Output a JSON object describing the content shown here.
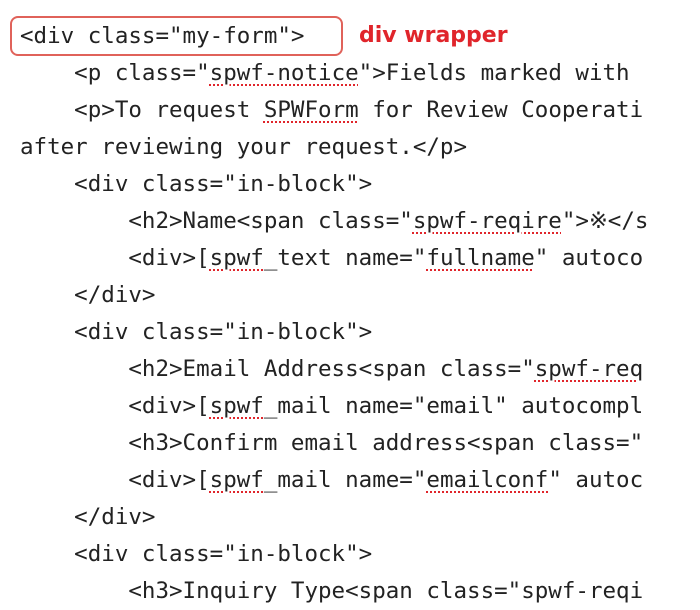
{
  "annotation": {
    "label": "div wrapper",
    "color": "#e0252b",
    "box_color": "#e0625a"
  },
  "code_lines": [
    [
      {
        "t": "<div class=\"my-form\">"
      }
    ],
    [
      {
        "t": "    <p class=\""
      },
      {
        "t": "spwf-notice",
        "sq": true
      },
      {
        "t": "\">Fields marked with"
      }
    ],
    [
      {
        "t": "    <p>To request "
      },
      {
        "t": "SPWForm",
        "sq": true
      },
      {
        "t": " for Review Cooperati"
      }
    ],
    [
      {
        "t": "after reviewing your request.</p>"
      }
    ],
    [
      {
        "t": "    <div class=\"in-block\">"
      }
    ],
    [
      {
        "t": "        <h2>Name<span class=\""
      },
      {
        "t": "spwf-reqire",
        "sq": true
      },
      {
        "t": "\">※</s"
      }
    ],
    [
      {
        "t": "        <div>["
      },
      {
        "t": "spwf",
        "sq": true
      },
      {
        "t": "_text name=\""
      },
      {
        "t": "fullname",
        "sq": true
      },
      {
        "t": "\" autoco"
      }
    ],
    [
      {
        "t": "    </div>"
      }
    ],
    [
      {
        "t": "    <div class=\"in-block\">"
      }
    ],
    [
      {
        "t": "        <h2>Email Address<span class=\""
      },
      {
        "t": "spwf-req",
        "sq": true
      }
    ],
    [
      {
        "t": "        <div>["
      },
      {
        "t": "spwf",
        "sq": true
      },
      {
        "t": "_mail name=\"email\" autocompl"
      }
    ],
    [
      {
        "t": "        <h3>Confirm email address<span class=\""
      }
    ],
    [
      {
        "t": "        <div>["
      },
      {
        "t": "spwf",
        "sq": true
      },
      {
        "t": "_mail name=\""
      },
      {
        "t": "emailconf",
        "sq": true
      },
      {
        "t": "\" autoc"
      }
    ],
    [
      {
        "t": "    </div>"
      }
    ],
    [
      {
        "t": "    <div class=\"in-block\">"
      }
    ],
    [
      {
        "t": "        <h3>Inquiry Type<span class=\"spwf-reqi"
      }
    ]
  ]
}
